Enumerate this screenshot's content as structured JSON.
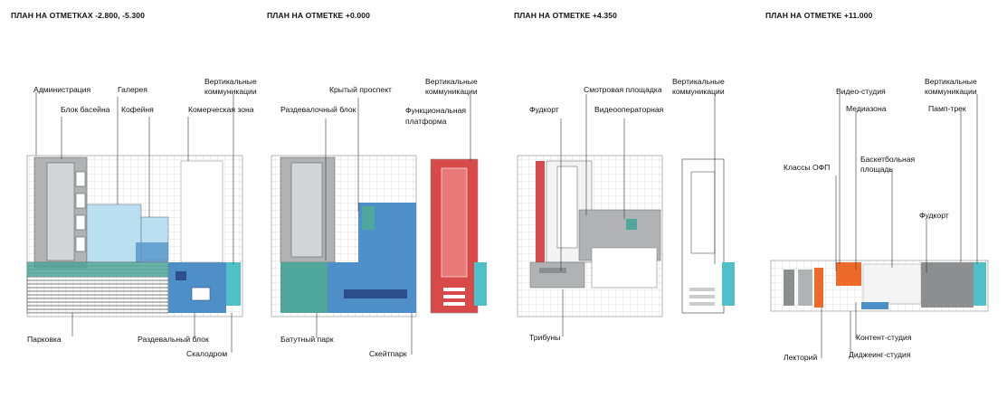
{
  "panels": [
    {
      "title": "ПЛАН НА ОТМЕТКАХ -2.800, -5.300",
      "labels": {
        "administration": "Администрация",
        "gallery": "Галерея",
        "vertical": "Вертикальные\nкоммуникации",
        "pool_block": "Блок басейна",
        "cafe": "Кофейня",
        "commercial": "Комерческая зона",
        "parking": "Парковка",
        "changing_block": "Раздевальный блок",
        "climbing": "Скалодром"
      }
    },
    {
      "title": "ПЛАН НА ОТМЕТКЕ +0.000",
      "labels": {
        "covered_avenue": "Крытый проспект",
        "vertical": "Вертикальные\nкоммуникации",
        "changing_block": "Раздевалочный блок",
        "functional_platform": "Функциональная\nплатформа",
        "trampoline_park": "Батутный парк",
        "skatepark": "Скейтпарк"
      }
    },
    {
      "title": "ПЛАН НА ОТМЕТКЕ +4.350",
      "labels": {
        "viewing_platform": "Смотровая площадка",
        "vertical": "Вертикальные\nкоммуникации",
        "foodcourt": "Фудкорт",
        "video_operator": "Видеооператорная",
        "tribunes": "Трибуны"
      }
    },
    {
      "title": "ПЛАН НА ОТМЕТКЕ +11.000",
      "labels": {
        "video_studio": "Видео-студия",
        "vertical": "Вертикальные\nкоммуникации",
        "media_zone": "Медиазона",
        "pump_track": "Памп-трек",
        "ofp_classes": "Классы ОФП",
        "basketball": "Баскетбольная\nплощадь",
        "foodcourt": "Фудкорт",
        "content_studio": "Контент-студия",
        "lecture_hall": "Лекторий",
        "djing_studio": "Диджеинг-студия"
      }
    }
  ],
  "colors": {
    "red": "#d84a4a",
    "blue": "#4f8fc8",
    "light_blue": "#b9dff0",
    "teal": "#4fa69a",
    "cyan": "#4fc0c8",
    "gray": "#b0b2b4",
    "dark_gray": "#8c8e90",
    "orange": "#ee6a2a",
    "navy": "#2c4f8c",
    "line": "#555555"
  }
}
